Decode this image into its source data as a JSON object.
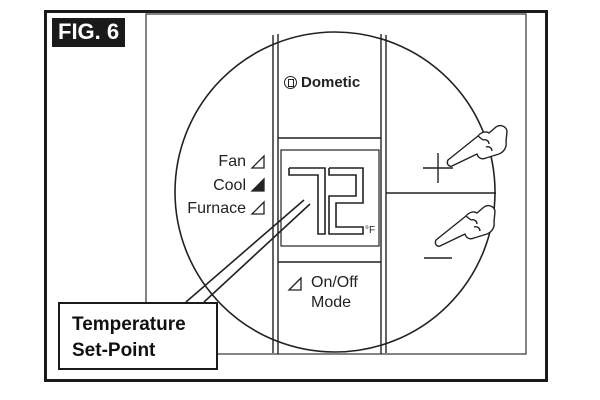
{
  "figure": {
    "label": "FIG. 6"
  },
  "thermostat": {
    "brand": "Dometic",
    "display": {
      "temperature": "72",
      "unit": "°F"
    },
    "modes": [
      {
        "label": "Fan",
        "indicator": "triangle-outline"
      },
      {
        "label": "Cool",
        "indicator": "triangle-filled"
      },
      {
        "label": "Furnace",
        "indicator": "triangle-outline"
      }
    ],
    "onoff_button": {
      "line1": "On/Off",
      "line2": "Mode",
      "icon": "triangle-outline"
    },
    "plus_button": {
      "symbol": "+",
      "icon": "pointing-hand-icon"
    },
    "minus_button": {
      "symbol": "−",
      "icon": "pointing-hand-icon"
    }
  },
  "callout": {
    "line1": "Temperature",
    "line2": "Set-Point"
  }
}
